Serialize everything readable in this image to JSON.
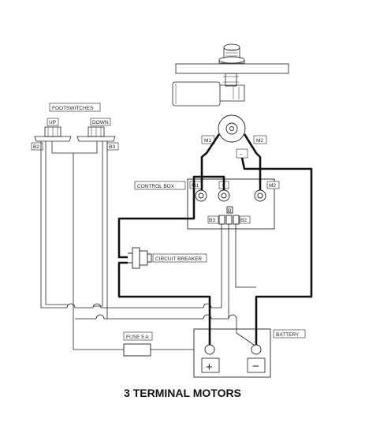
{
  "labels": {
    "footswitches": "FOOTSWITCHES",
    "up": "UP",
    "down": "DOWN",
    "b2": "B2",
    "b3": "B3",
    "m1_motor": "M1",
    "m2_motor": "M2",
    "minus_motor": "−",
    "control_box": "CONTROL BOX",
    "m1_box": "M1",
    "plus_box": "+",
    "m2_box": "M2",
    "term_b3": "B3",
    "term_b2": "B2",
    "term_center": "B",
    "circuit_breaker": "CIRCUIT BREAKER",
    "fuse": "FUSE 5 A",
    "battery": "BATTERY",
    "bat_plus": "+",
    "bat_minus": "−"
  },
  "caption": "3 TERMINAL MOTORS"
}
